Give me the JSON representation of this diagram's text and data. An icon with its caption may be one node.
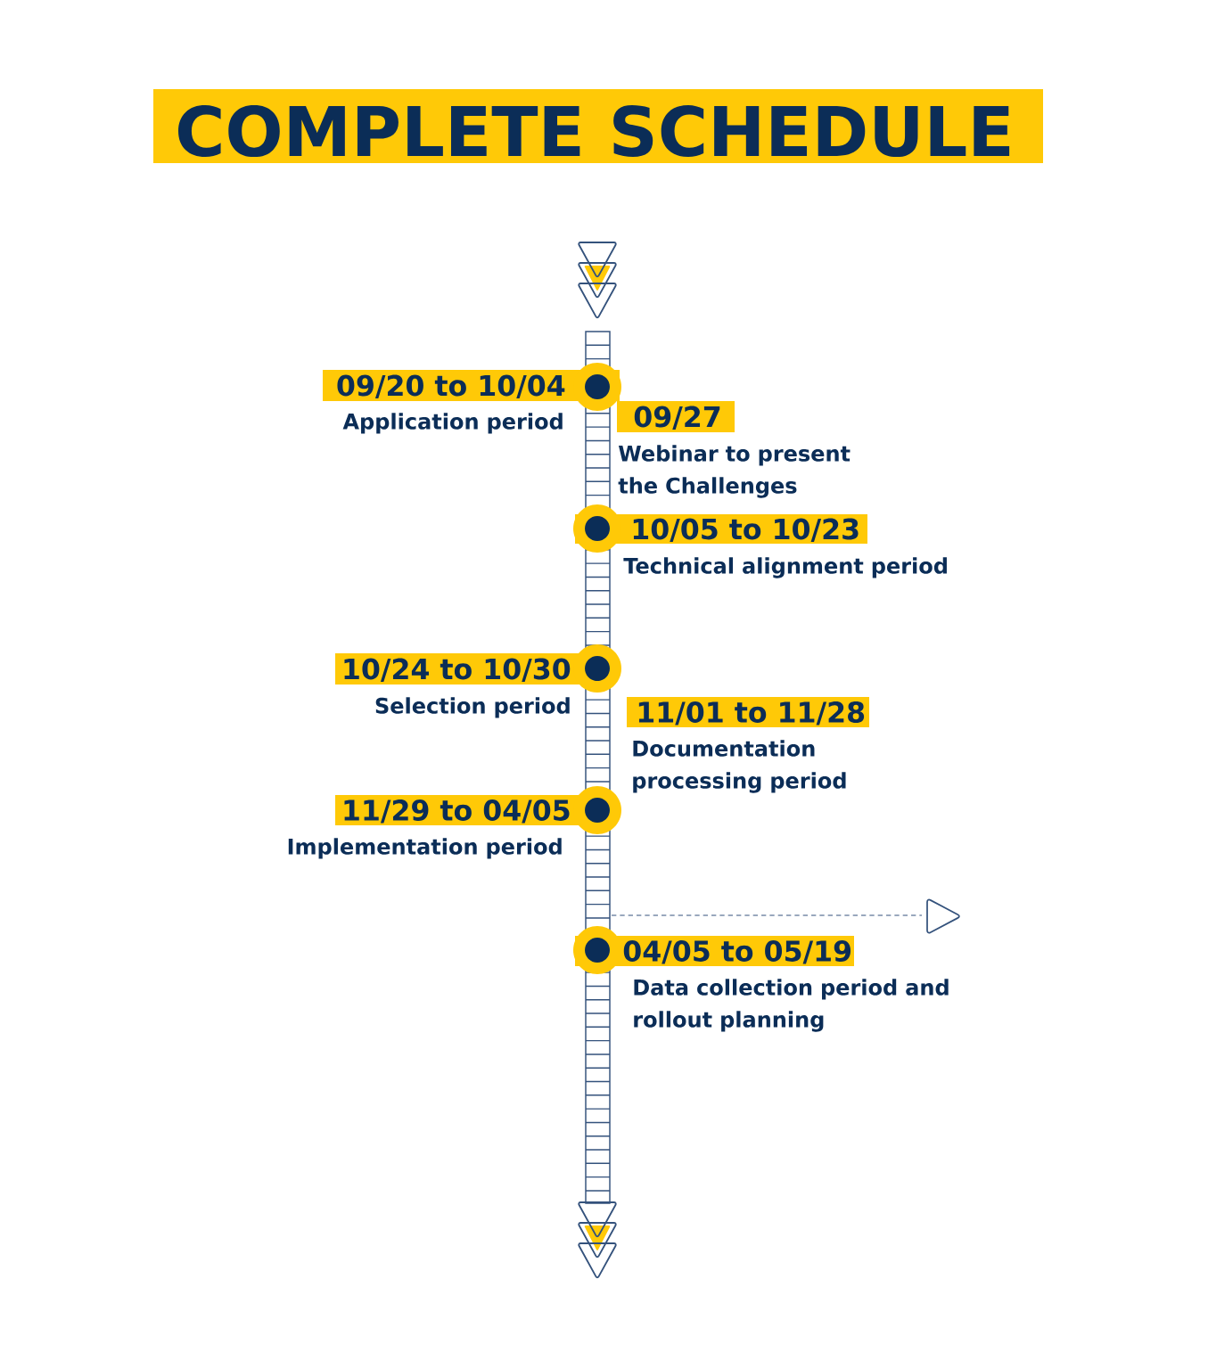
{
  "diagram": {
    "title": "COMPLETE SCHEDULE",
    "nodes": [
      {
        "text": [
          "09/20 to 10/04"
        ],
        "beside": [
          "Application period"
        ]
      },
      {
        "text": [
          "09/27"
        ],
        "beside": [
          "Webinar to present the Challenges"
        ]
      },
      {
        "text": [
          "10/05 to 10/23"
        ],
        "beside": [
          "Technical alignment period"
        ]
      },
      {
        "text": [
          "10/24 to 10/30"
        ],
        "beside": [
          "Selection period"
        ]
      },
      {
        "text": [
          "11/01 to 11/28"
        ],
        "beside": [
          "Documentation processing period"
        ]
      },
      {
        "text": [
          "11/29 to 04/05"
        ],
        "beside": [
          "Implementation period"
        ]
      },
      {
        "text": [
          "04/05 to 05/19"
        ],
        "beside": [
          "Data collection period and rollout planning"
        ]
      }
    ]
  }
}
